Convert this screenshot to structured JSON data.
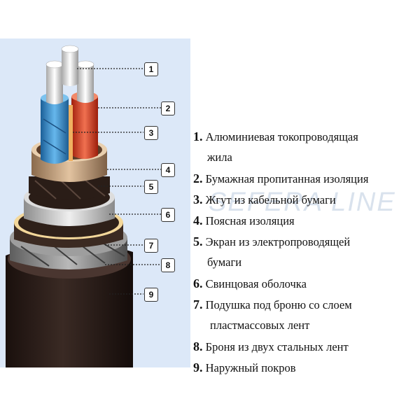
{
  "watermark": "SEFERA LINE",
  "callouts": [
    "1",
    "2",
    "3",
    "4",
    "5",
    "6",
    "7",
    "8",
    "9"
  ],
  "legend": [
    {
      "num": "1.",
      "text": "Алюминиевая токопроводящая",
      "cont": "жила"
    },
    {
      "num": "2.",
      "text": "Бумажная пропитанная изоляция",
      "cont": ""
    },
    {
      "num": "3.",
      "text": "Жгут из кабельной бумаги",
      "cont": ""
    },
    {
      "num": "4.",
      "text": "Поясная изоляция",
      "cont": ""
    },
    {
      "num": "5.",
      "text": "Экран из электропроводящей",
      "cont": "бумаги"
    },
    {
      "num": "6.",
      "text": "Свинцовая оболочка",
      "cont": ""
    },
    {
      "num": "7.",
      "text": "Подушка под броню со слоем",
      "cont": "пластмассовых лент"
    },
    {
      "num": "8.",
      "text": "Броня из двух стальных лент",
      "cont": ""
    },
    {
      "num": "9.",
      "text": "Наружный покров",
      "cont": ""
    }
  ],
  "colors": {
    "background_panel": "#dce8f8",
    "jacket": "#2b1d18",
    "armor": "#8f8f8f",
    "lead_sheath": "#c9c9c9",
    "belt_insulation": "#c9a27a",
    "core_blue": "#3a8fd0",
    "core_red": "#d63a1e",
    "aluminum": "#e8e8e8"
  }
}
